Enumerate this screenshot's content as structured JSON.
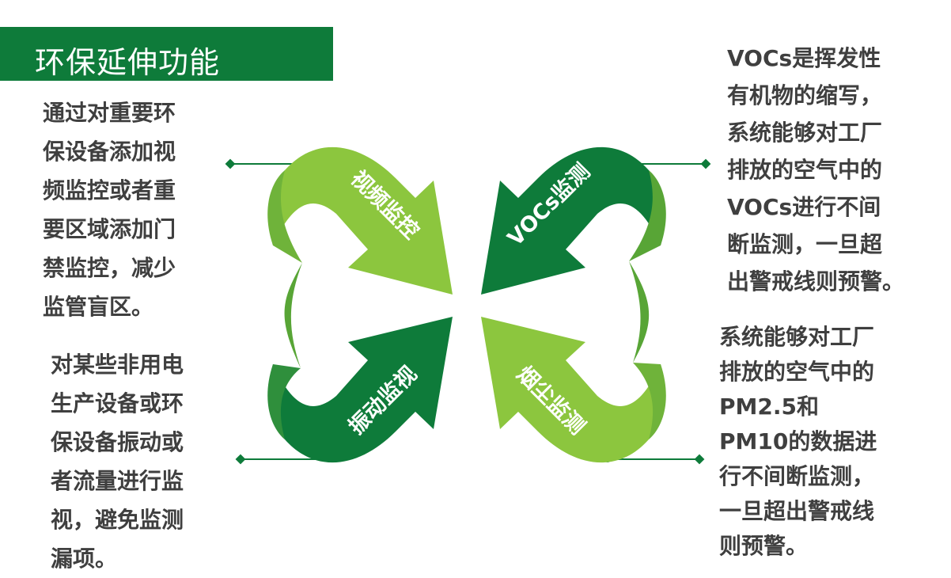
{
  "title": "环保延伸功能",
  "colors": {
    "title_bar": "#0e7b3a",
    "dark_green": "#0e7b3a",
    "mid_green": "#58a536",
    "light_green": "#8cc63e",
    "text": "#3f3f3f"
  },
  "arrows": [
    {
      "label": "视频监控",
      "color": "light_green"
    },
    {
      "label": "VOCs监测",
      "color": "dark_green"
    },
    {
      "label": "振动监视",
      "color": "dark_green"
    },
    {
      "label": "烟尘监测",
      "color": "light_green"
    }
  ],
  "descriptions": {
    "top_left": [
      "通过对重要环",
      "保设备添加视",
      "频监控或者重",
      "要区域添加门",
      "禁监控，减少",
      "监管盲区。"
    ],
    "bottom_left": [
      "对某些非用电",
      "生产设备或环",
      "保设备振动或",
      "者流量进行监",
      "视，避免监测",
      "漏项。"
    ],
    "top_right": [
      "VOCs是挥发性",
      "有机物的缩写，",
      "系统能够对工厂",
      "排放的空气中的",
      "VOCs进行不间",
      "断监测，一旦超",
      "出警戒线则预警。"
    ],
    "bottom_right": [
      "系统能够对工厂",
      "排放的空气中的",
      "PM2.5和",
      "PM10的数据进",
      "行不间断监测，",
      "一旦超出警戒线",
      "则预警。"
    ]
  }
}
